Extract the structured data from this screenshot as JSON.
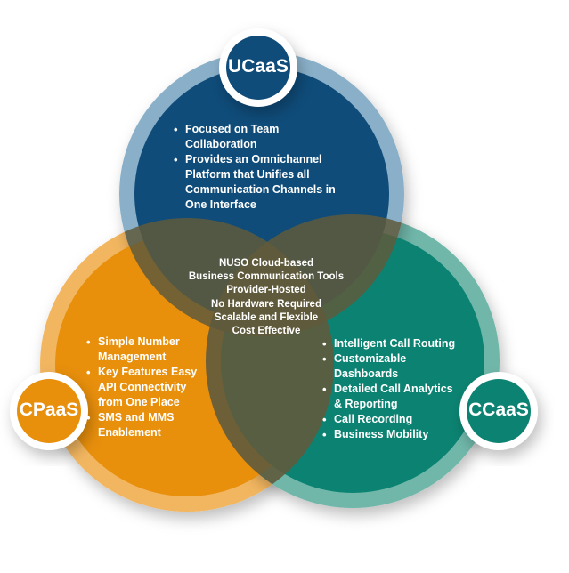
{
  "diagram": {
    "colors": {
      "ucaas": "#0f4c7a",
      "ucaas_ring": "#8ab0c9",
      "cpaas": "#e88f0c",
      "cpaas_ring": "#f2b660",
      "ccaas": "#0c8372",
      "ccaas_ring": "#6fb7aa",
      "overlap": "#5f5a3c"
    },
    "ucaas": {
      "label": "UCaaS",
      "items": [
        "Focused on Team Collaboration",
        "Provides an Omnichannel Platform that Unifies all Communication Channels in One Interface"
      ]
    },
    "cpaas": {
      "label": "CPaaS",
      "items": [
        "Simple Number Management",
        "Key Features Easy API Connectivity from One Place",
        "SMS and MMS Enablement"
      ]
    },
    "ccaas": {
      "label": "CCaaS",
      "items": [
        "Intelligent Call Routing",
        "Customizable Dashboards",
        "Detailed Call Analytics & Reporting",
        "Call Recording",
        "Business Mobility"
      ]
    },
    "center": {
      "lines": [
        "NUSO Cloud-based",
        "Business Communication Tools",
        "Provider-Hosted",
        "No Hardware Required",
        "Scalable and Flexible",
        "Cost Effective"
      ]
    }
  }
}
